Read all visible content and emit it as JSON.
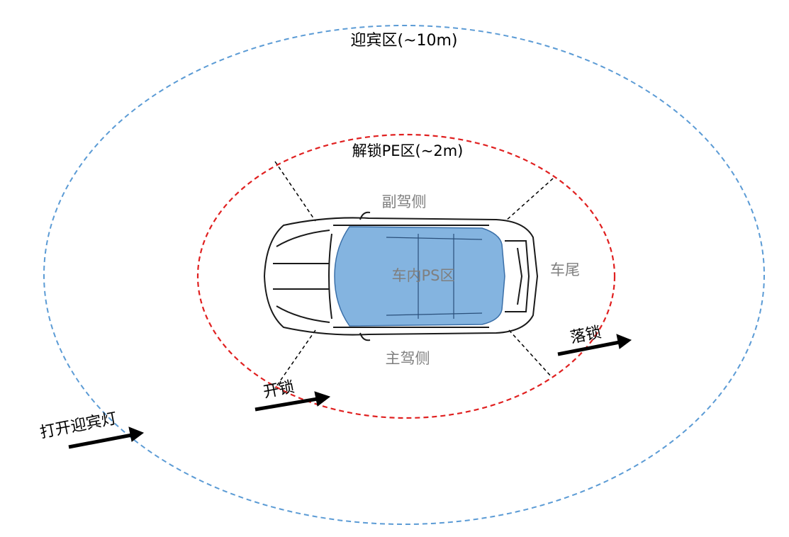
{
  "zones": {
    "welcome_zone": "迎宾区(~10m)",
    "unlock_zone": "解锁PE区(~2m)",
    "in_car_zone": "车内PS区"
  },
  "sides": {
    "passenger": "副驾侧",
    "driver": "主驾侧",
    "rear": "车尾"
  },
  "actions": {
    "welcome_light": "打开迎宾灯",
    "unlock": "开锁",
    "lock": "落锁"
  },
  "colors": {
    "welcome_ring": "#5b9bd5",
    "unlock_ring": "#e02020",
    "cabin_fill": "#5b9bd5",
    "side_label": "#7f7f7f",
    "arrow": "#000000"
  }
}
